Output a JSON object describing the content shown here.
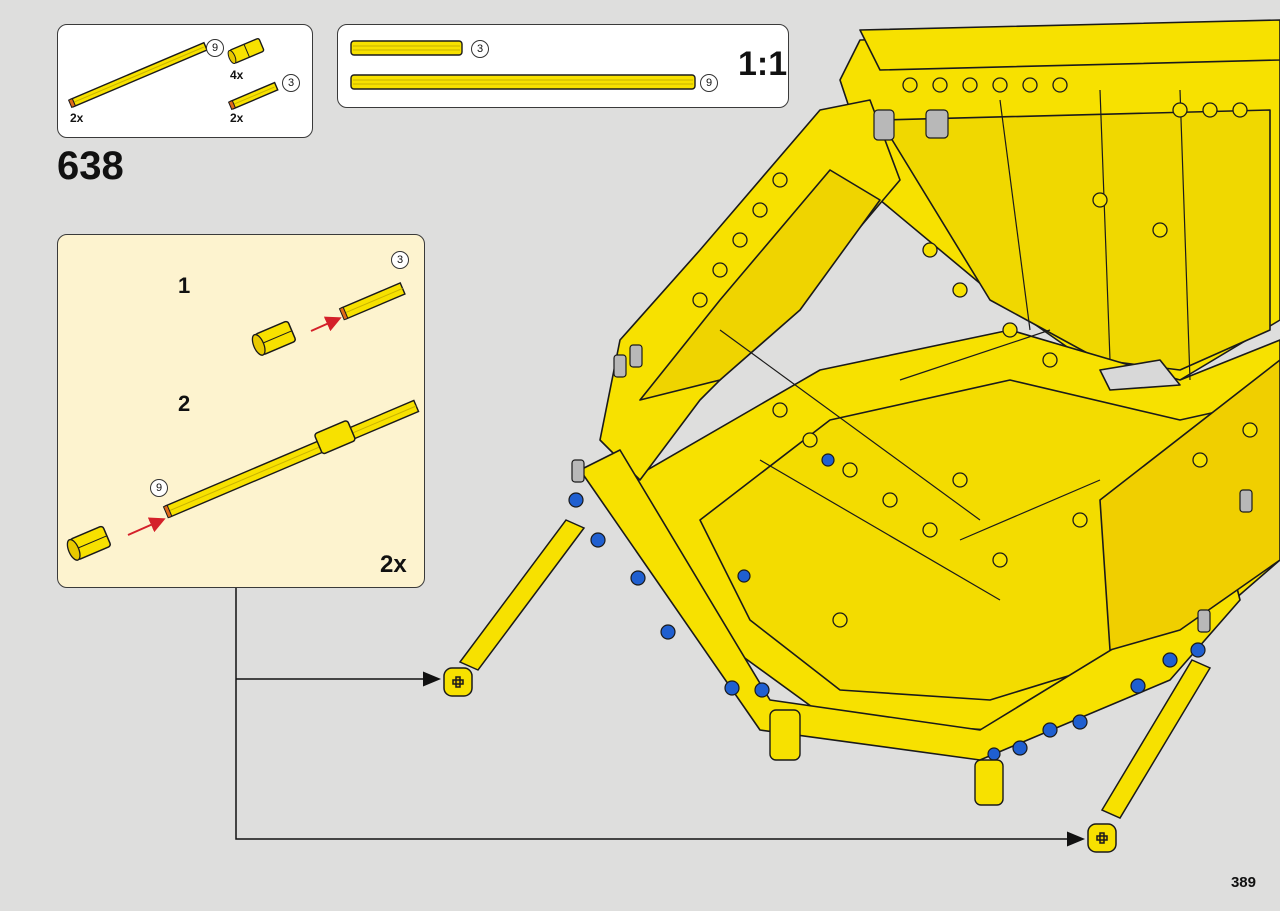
{
  "parts_panel": {
    "items": [
      {
        "length_badge": "9",
        "quantity": "2x"
      },
      {
        "length_badge": "",
        "quantity": "4x"
      },
      {
        "length_badge": "3",
        "quantity": "2x"
      }
    ]
  },
  "scale_panel": {
    "label": "1:1",
    "axles": [
      {
        "length_badge": "3"
      },
      {
        "length_badge": "9"
      }
    ]
  },
  "step": {
    "number": "638"
  },
  "sub_assembly": {
    "steps": [
      {
        "number": "1",
        "badge": "3"
      },
      {
        "number": "2",
        "badge": "9"
      }
    ],
    "multiplier": "2x"
  },
  "page": {
    "number": "389"
  },
  "colors": {
    "background": "#dededd",
    "part_yellow": "#f7e100",
    "outline": "#1a1a1a",
    "connector_blue": "#1f5fd0",
    "arrow_red": "#d4202a",
    "subpanel_bg": "#fdf3cf"
  }
}
